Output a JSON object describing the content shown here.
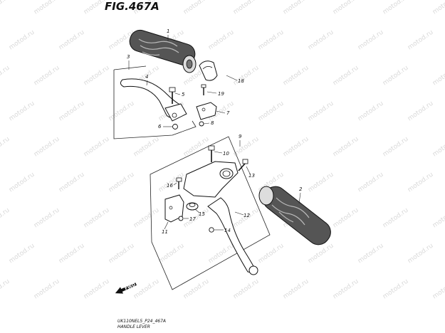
{
  "figure": {
    "id": "FIG.467A",
    "footer_code": "UK110NEL5_P24_467A",
    "footer_title": "HANDLE LEVER",
    "watermark": "motod.ru",
    "fwd_label": "FWD"
  },
  "callouts": [
    "1",
    "2",
    "3",
    "4",
    "5",
    "6",
    "7",
    "8",
    "9",
    "10",
    "11",
    "12",
    "13",
    "14",
    "15",
    "16",
    "17",
    "18",
    "19"
  ]
}
